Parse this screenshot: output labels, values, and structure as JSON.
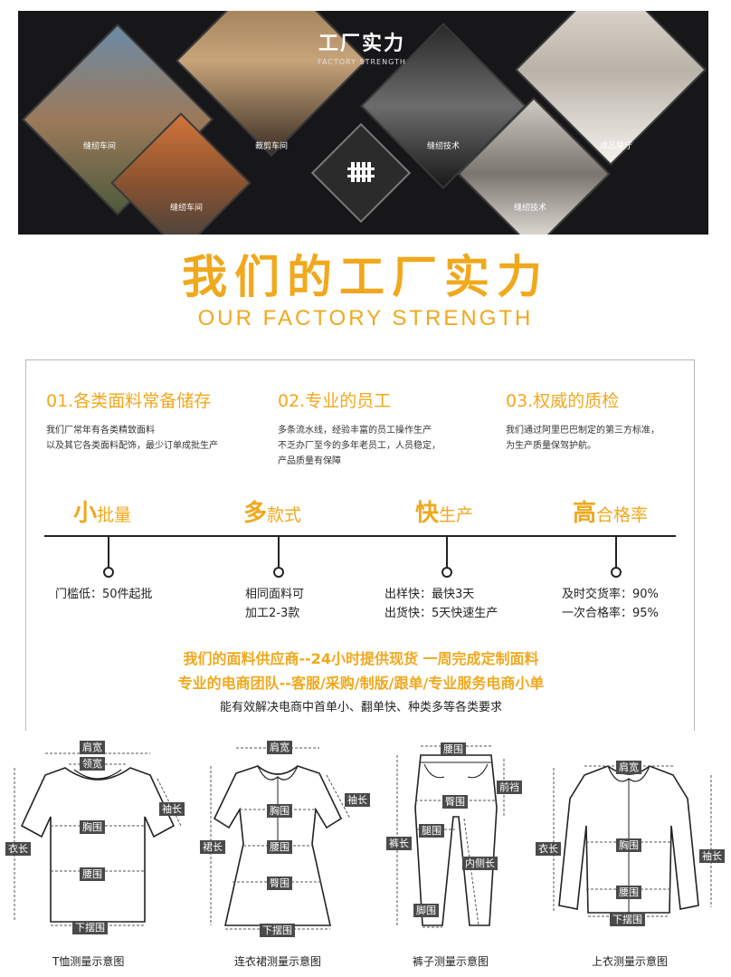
{
  "banner": {
    "title_cn": "工厂实力",
    "title_en": "FACTORY STRENGTH",
    "captions": [
      "缝纫车间",
      "裁剪车间",
      "缝纫技术",
      "成品展厅",
      "缝纫车间",
      "缝纫技术"
    ]
  },
  "headline": {
    "cn": "我们的工厂实力",
    "en": "OUR FACTORY STRENGTH"
  },
  "features": [
    {
      "title": "01.各类面料常备储存",
      "lines": [
        "我们厂常年有各类精致面料",
        "以及其它各类面料配饰，最少订单成批生产"
      ]
    },
    {
      "title": "02.专业的员工",
      "lines": [
        "多条流水线，经验丰富的员工操作生产",
        "不乏办厂至今的多年老员工，人员稳定，",
        "产品质量有保障"
      ]
    },
    {
      "title": "03.权威的质检",
      "lines": [
        "我们通过阿里巴巴制定的第三方标准，",
        "为生产质量保驾护航。"
      ]
    }
  ],
  "timeline": [
    {
      "big": "小",
      "rest": "批量",
      "lines": [
        "门槛低：50件起批"
      ]
    },
    {
      "big": "多",
      "rest": "款式",
      "lines": [
        "相同面料可",
        "加工2-3款"
      ]
    },
    {
      "big": "快",
      "rest": "生产",
      "lines": [
        "出样快：最快3天",
        "出货快：5天快速生产"
      ]
    },
    {
      "big": "高",
      "rest": "合格率",
      "lines": [
        "及时交货率：90%",
        "一次合格率：95%"
      ]
    }
  ],
  "promo": {
    "line1": "我们的面料供应商--24小时提供现货 一周完成定制面料",
    "line2": "专业的电商团队--客服/采购/制版/跟单/专业服务电商小单",
    "note": "能有效解决电商中首单小、翻单快、种类多等各类要求"
  },
  "diagrams": [
    {
      "caption": "T恤测量示意图",
      "labels": [
        "肩宽",
        "领宽",
        "袖长",
        "衣长",
        "胸围",
        "腰围",
        "下摆围"
      ]
    },
    {
      "caption": "连衣裙测量示意图",
      "labels": [
        "肩宽",
        "袖长",
        "胸围",
        "裙长",
        "腰围",
        "臀围",
        "下摆围"
      ]
    },
    {
      "caption": "裤子测量示意图",
      "labels": [
        "腰围",
        "前裆",
        "臀围",
        "腿围",
        "裤长",
        "内侧长",
        "脚围"
      ]
    },
    {
      "caption": "上衣测量示意图",
      "labels": [
        "肩宽",
        "衣长",
        "胸围",
        "袖长",
        "腰围",
        "下摆围"
      ]
    }
  ],
  "colors": {
    "accent": "#f0a81c",
    "banner_bg": "#17171a",
    "label_bg": "#4a4a4a"
  }
}
